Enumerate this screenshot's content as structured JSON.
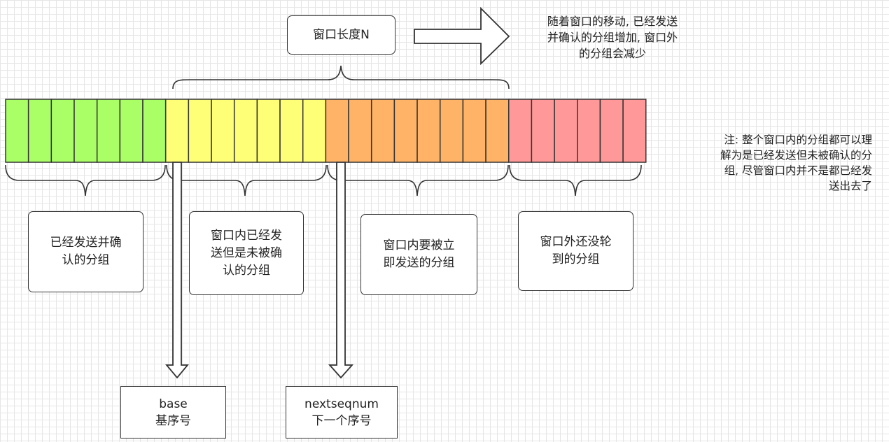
{
  "window_length": {
    "label": "窗口长度N"
  },
  "move_note": {
    "lines": [
      "随着窗口的移动, 已经发送",
      "并确认的分组增加, 窗口外",
      "的分组会减少"
    ]
  },
  "side_note": {
    "lines": [
      "注: 整个窗口内的分组都可以理",
      "解为是已经发送但未被确认的分",
      "组, 尽管窗口内并不是都已经发",
      "送出去了"
    ]
  },
  "segments": [
    {
      "count": 7,
      "color": "#aaff66",
      "label_lines": [
        "已经发送并确",
        "认的分组"
      ]
    },
    {
      "count": 7,
      "color": "#ffff77",
      "label_lines": [
        "窗口内已经发",
        "送但是未被确",
        "认的分组"
      ]
    },
    {
      "count": 8,
      "color": "#ffb366",
      "label_lines": [
        "窗口内要被立",
        "即发送的分组"
      ]
    },
    {
      "count": 6,
      "color": "#ff9999",
      "label_lines": [
        "窗口外还没轮",
        "到的分组"
      ]
    }
  ],
  "pointers": {
    "base": {
      "lines": [
        "base",
        "基序号"
      ]
    },
    "nextseqnum": {
      "lines": [
        "nextseqnum",
        "下一个序号"
      ]
    }
  }
}
